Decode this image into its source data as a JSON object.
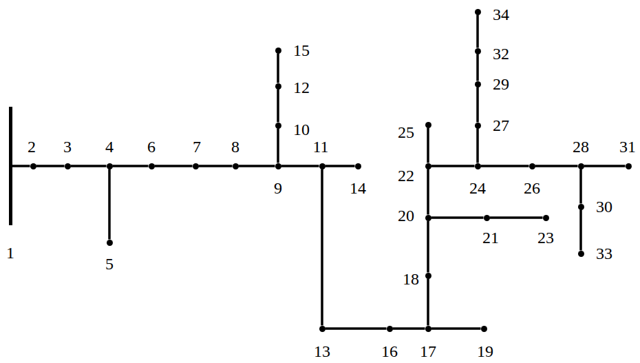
{
  "diagram": {
    "nodes": [
      {
        "text": [
          "1"
        ]
      },
      {
        "text": [
          "2"
        ]
      },
      {
        "text": [
          "3"
        ]
      },
      {
        "text": [
          "4"
        ]
      },
      {
        "text": [
          "5"
        ]
      },
      {
        "text": [
          "6"
        ]
      },
      {
        "text": [
          "7"
        ]
      },
      {
        "text": [
          "8"
        ]
      },
      {
        "text": [
          "9"
        ]
      },
      {
        "text": [
          "10"
        ]
      },
      {
        "text": [
          "11"
        ]
      },
      {
        "text": [
          "12"
        ]
      },
      {
        "text": [
          "13"
        ]
      },
      {
        "text": [
          "14"
        ]
      },
      {
        "text": [
          "15"
        ]
      },
      {
        "text": [
          "16"
        ]
      },
      {
        "text": [
          "17"
        ]
      },
      {
        "text": [
          "18"
        ]
      },
      {
        "text": [
          "19"
        ]
      },
      {
        "text": [
          "20"
        ]
      },
      {
        "text": [
          "21"
        ]
      },
      {
        "text": [
          "22"
        ]
      },
      {
        "text": [
          "23"
        ]
      },
      {
        "text": [
          "24"
        ]
      },
      {
        "text": [
          "25"
        ]
      },
      {
        "text": [
          "26"
        ]
      },
      {
        "text": [
          "27"
        ]
      },
      {
        "text": [
          "28"
        ]
      },
      {
        "text": [
          "29"
        ]
      },
      {
        "text": [
          "30"
        ]
      },
      {
        "text": [
          "31"
        ]
      },
      {
        "text": [
          "32"
        ]
      },
      {
        "text": [
          "33"
        ]
      },
      {
        "text": [
          "34"
        ]
      }
    ],
    "edges": [
      {
        "from": 0,
        "to": 1,
        "arrow": "none"
      },
      {
        "from": 1,
        "to": 2,
        "arrow": "none"
      },
      {
        "from": 2,
        "to": 3,
        "arrow": "none"
      },
      {
        "from": 3,
        "to": 4,
        "arrow": "none"
      },
      {
        "from": 3,
        "to": 5,
        "arrow": "none"
      },
      {
        "from": 5,
        "to": 6,
        "arrow": "none"
      },
      {
        "from": 6,
        "to": 7,
        "arrow": "none"
      },
      {
        "from": 7,
        "to": 8,
        "arrow": "none"
      },
      {
        "from": 8,
        "to": 9,
        "arrow": "none"
      },
      {
        "from": 9,
        "to": 11,
        "arrow": "none"
      },
      {
        "from": 11,
        "to": 14,
        "arrow": "none"
      },
      {
        "from": 8,
        "to": 10,
        "arrow": "none"
      },
      {
        "from": 10,
        "to": 13,
        "arrow": "none"
      },
      {
        "from": 10,
        "to": 12,
        "arrow": "none"
      },
      {
        "from": 12,
        "to": 15,
        "arrow": "none"
      },
      {
        "from": 15,
        "to": 16,
        "arrow": "none"
      },
      {
        "from": 16,
        "to": 18,
        "arrow": "none"
      },
      {
        "from": 16,
        "to": 17,
        "arrow": "none"
      },
      {
        "from": 17,
        "to": 19,
        "arrow": "none"
      },
      {
        "from": 19,
        "to": 20,
        "arrow": "none"
      },
      {
        "from": 20,
        "to": 22,
        "arrow": "none"
      },
      {
        "from": 19,
        "to": 21,
        "arrow": "none"
      },
      {
        "from": 21,
        "to": 24,
        "arrow": "none"
      },
      {
        "from": 21,
        "to": 23,
        "arrow": "none"
      },
      {
        "from": 23,
        "to": 26,
        "arrow": "none"
      },
      {
        "from": 26,
        "to": 28,
        "arrow": "none"
      },
      {
        "from": 28,
        "to": 31,
        "arrow": "none"
      },
      {
        "from": 31,
        "to": 33,
        "arrow": "none"
      },
      {
        "from": 23,
        "to": 25,
        "arrow": "none"
      },
      {
        "from": 25,
        "to": 27,
        "arrow": "none"
      },
      {
        "from": 27,
        "to": 30,
        "arrow": "none"
      },
      {
        "from": 27,
        "to": 29,
        "arrow": "none"
      },
      {
        "from": 29,
        "to": 32,
        "arrow": "none"
      }
    ]
  }
}
